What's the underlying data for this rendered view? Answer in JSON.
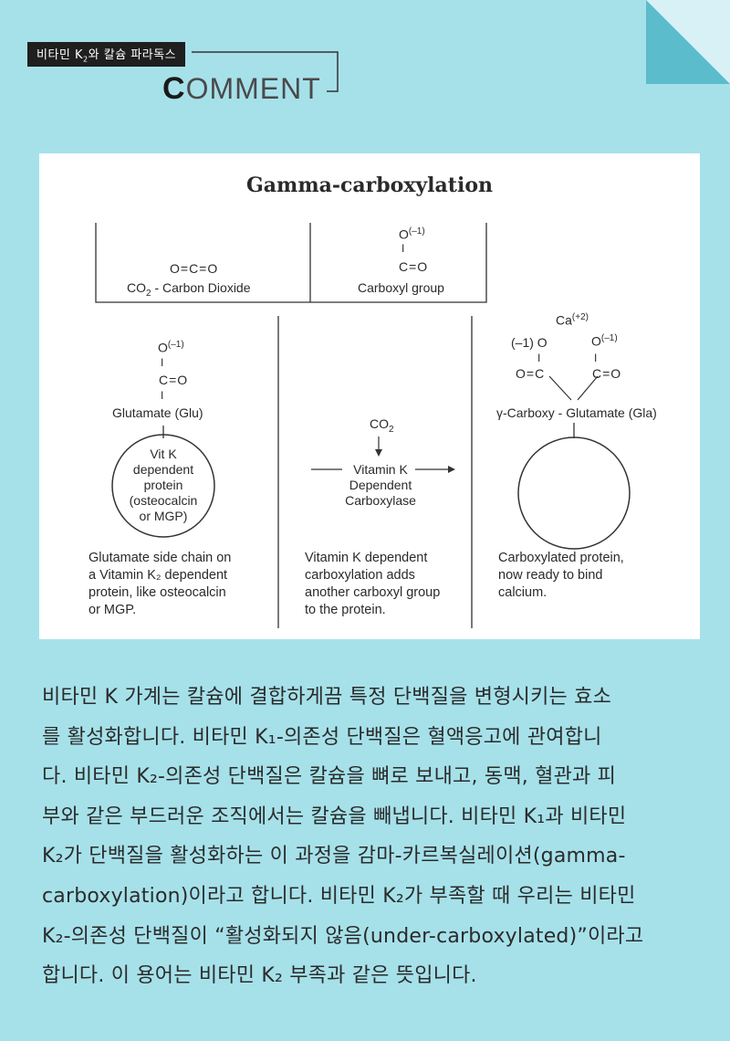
{
  "header": {
    "tag_prefix": "비타민 K",
    "tag_sub": "2",
    "tag_suffix": "와 칼슘 파라독스",
    "comment_first": "C",
    "comment_rest": "OMMENT"
  },
  "diagram": {
    "title": "Gamma-carboxylation",
    "co2_formula": "O=C=O",
    "co2_label_pre": "CO",
    "co2_label_sub": "2",
    "co2_label_post": " - Carbon Dioxide",
    "carboxyl_o": "O",
    "carboxyl_charge": "(–1)",
    "carboxyl_bar": "I",
    "carboxyl_co": "C=O",
    "carboxyl_label": "Carboxyl group",
    "glu_o": "O",
    "glu_charge": "(–1)",
    "glu_bar": "I",
    "glu_co": "C=O",
    "glu_bar2": "I",
    "glu_label": "Glutamate (Glu)",
    "protein_circle": "Vit K\ndependent\nprotein\n(osteocalcin\nor MGP)",
    "co2_in_pre": "CO",
    "co2_in_sub": "2",
    "enzyme": "Vitamin K\nDependent\nCarboxylase",
    "ca": "Ca",
    "ca_charge": "(+2)",
    "gla_left_charge": "(–1) O",
    "gla_right_o": "O",
    "gla_right_charge": "(–1)",
    "gla_left_co": "O=C",
    "gla_right_co": "C=O",
    "gla_label": "γ-Carboxy - Glutamate (Gla)",
    "desc_left": "Glutamate side chain on\na Vitamin K₂ dependent\nprotein, like osteocalcin\nor MGP.",
    "desc_mid": "Vitamin K dependent\ncarboxylation adds\nanother carboxyl group\nto the protein.",
    "desc_right": "Carboxylated protein,\nnow ready to bind\ncalcium."
  },
  "body": {
    "lines": [
      "비타민 K 가계는 칼슘에 결합하게끔 특정 단백질을 변형시키는 효소",
      "를 활성화합니다. 비타민 K₁-의존성 단백질은 혈액응고에 관여합니",
      "다. 비타민 K₂-의존성 단백질은 칼슘을 뼈로 보내고, 동맥, 혈관과 피",
      "부와 같은 부드러운 조직에서는 칼슘을 빼냅니다. 비타민 K₁과 비타민",
      "K₂가 단백질을 활성화하는 이 과정을 감마-카르복실레이션(gamma-",
      "carboxylation)이라고 합니다. 비타민 K₂가 부족할 때 우리는 비타민",
      "K₂-의존성 단백질이 “활성화되지 않음(under-carboxylated)”이라고",
      "합니다. 이 용어는 비타민 K₂ 부족과 같은 뜻입니다."
    ]
  },
  "colors": {
    "background": "#a6e1ea",
    "fold": "#5bbccb",
    "panel": "#ffffff",
    "text": "#2b2b2b"
  }
}
